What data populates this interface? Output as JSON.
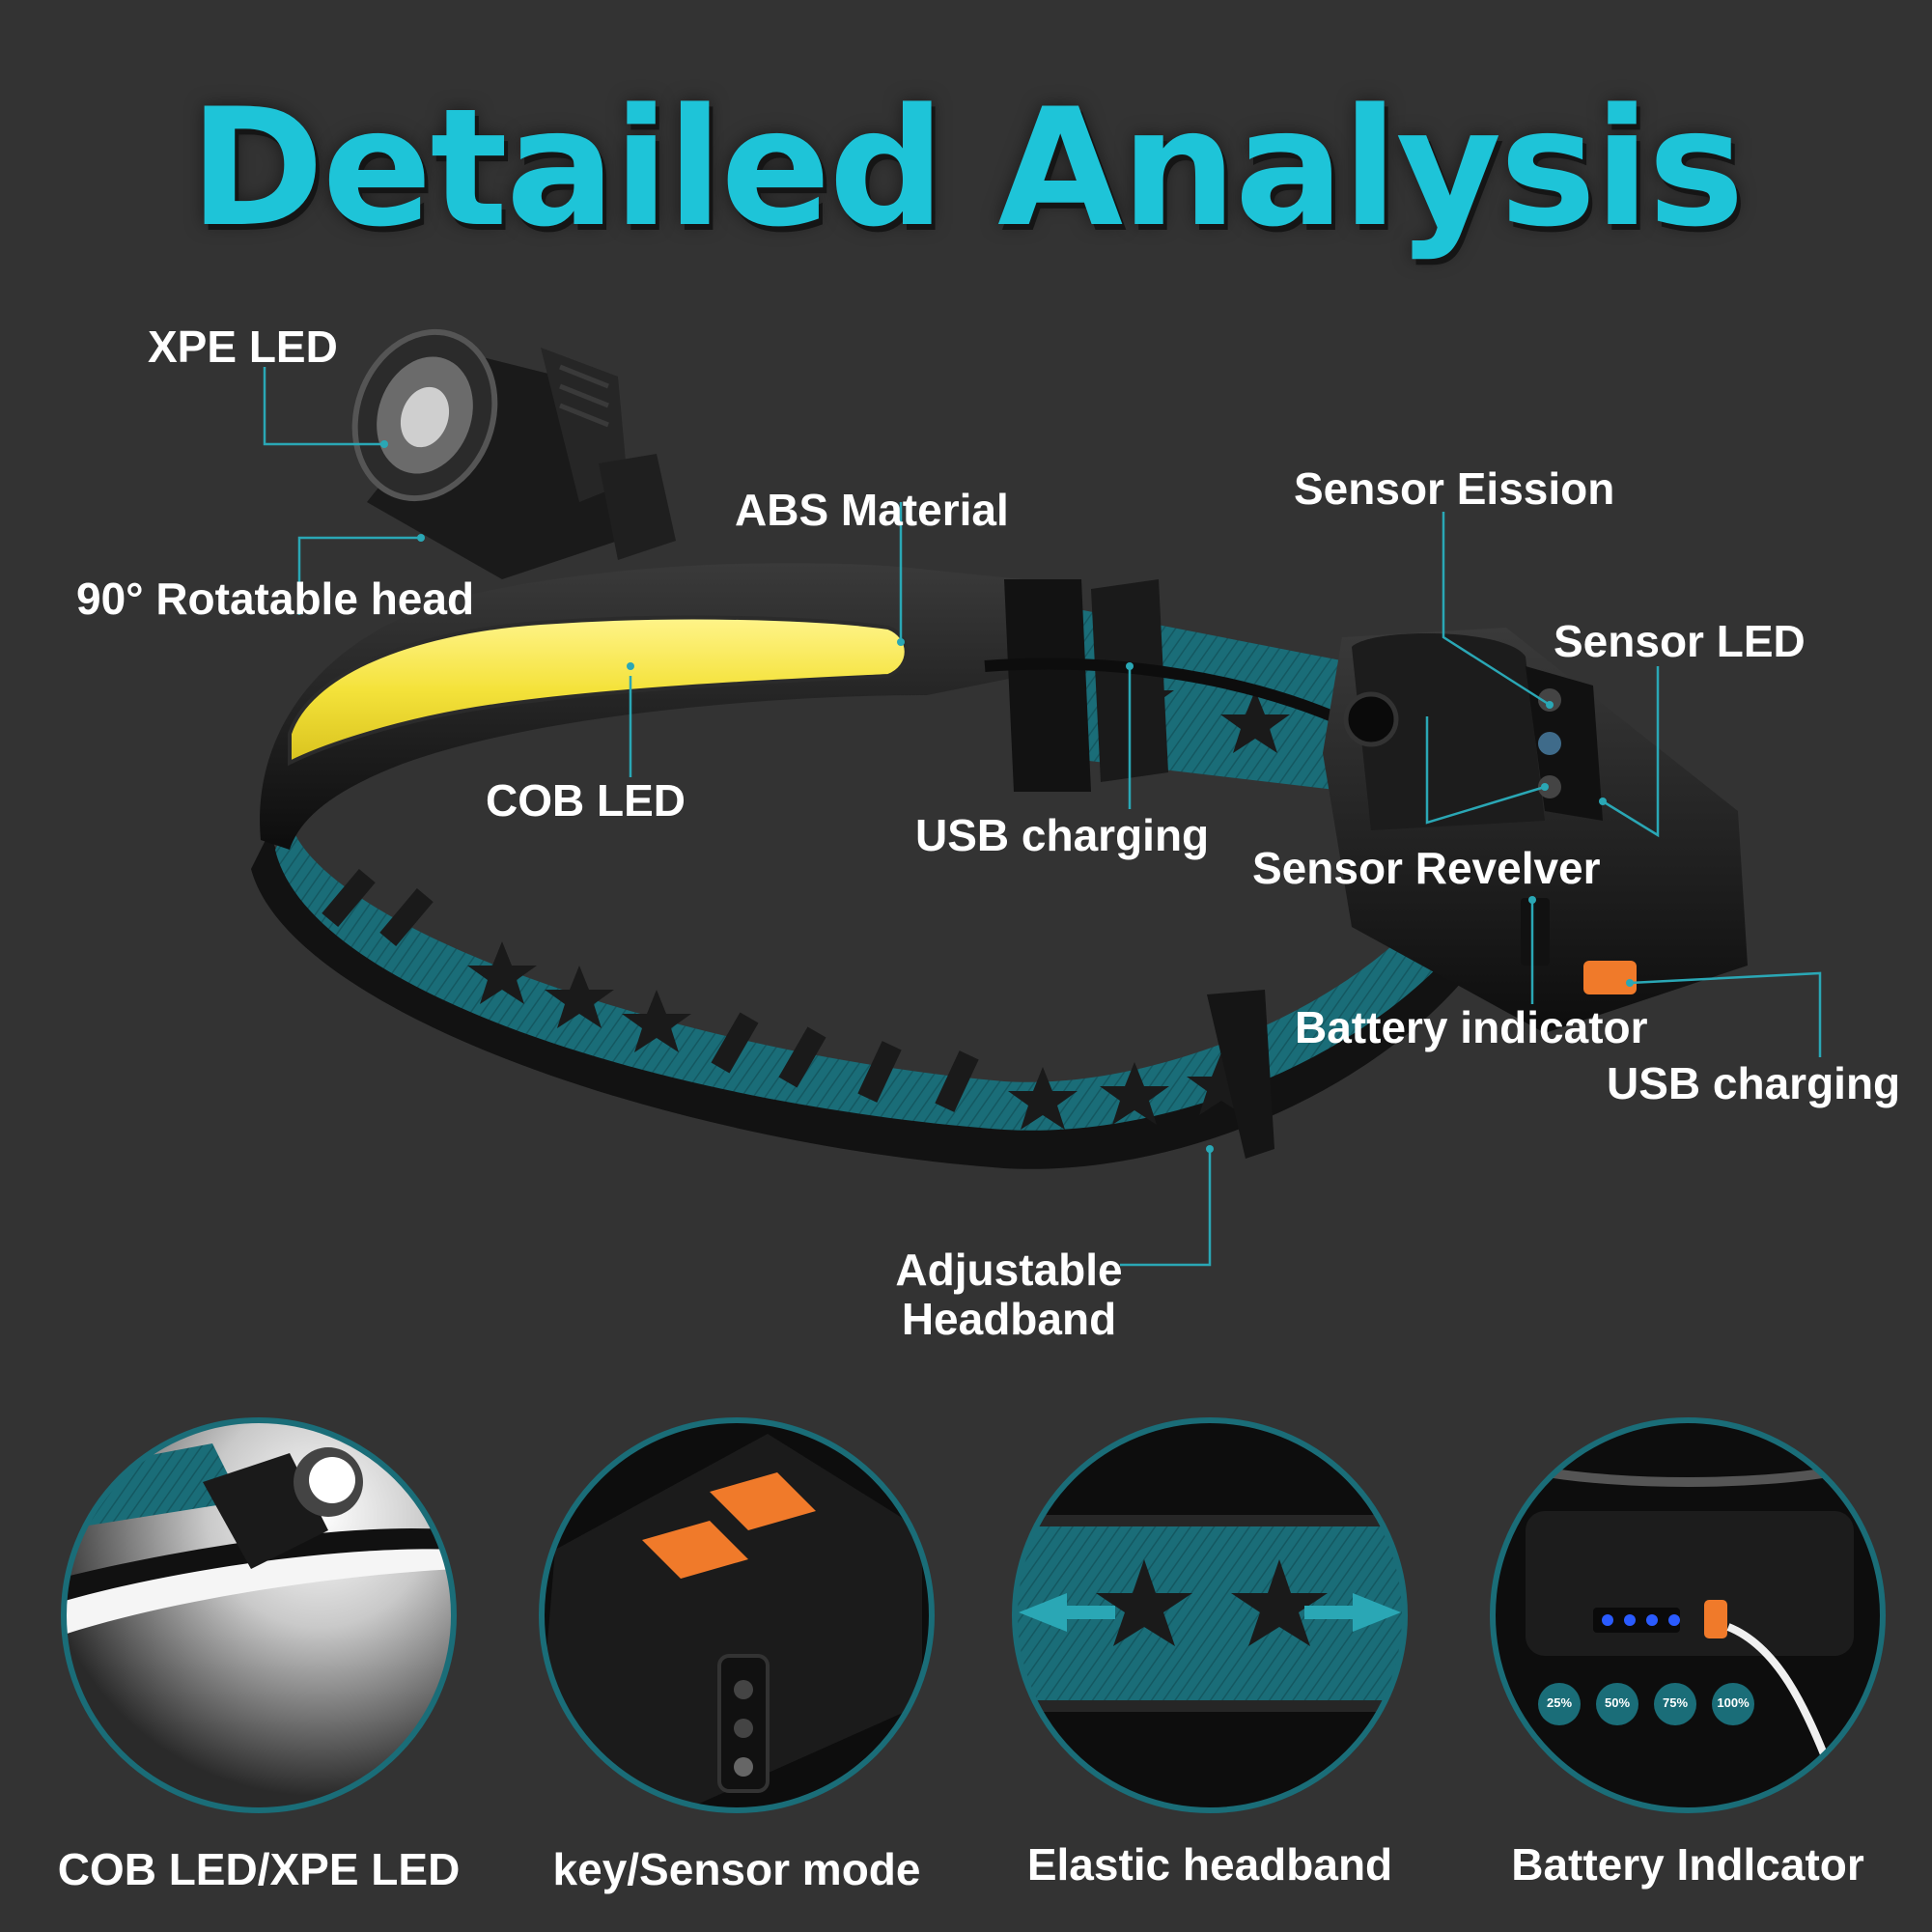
{
  "title": "Detailed Analysis",
  "callouts": {
    "xpe_led": "XPE LED",
    "rotatable_head": "90° Rotatable head",
    "abs_material": "ABS Material",
    "cob_led": "COB LED",
    "usb_charging_top": "USB charging",
    "sensor_emission": "Sensor Eission",
    "sensor_led": "Sensor LED",
    "sensor_receiver": "Sensor Revelver",
    "battery_indicator": "Battery indicator",
    "usb_charging_side": "USB charging",
    "adjustable_headband_line1": "Adjustable",
    "adjustable_headband_line2": "Headband"
  },
  "features": [
    {
      "label": "COB LED/XPE LED",
      "icon": "cob-xpe-closeup"
    },
    {
      "label": "key/Sensor mode",
      "icon": "buttons-closeup"
    },
    {
      "label": "Elastic headband",
      "icon": "headband-closeup"
    },
    {
      "label": "Battery Indlcator",
      "icon": "battery-closeup"
    }
  ],
  "battery_levels": [
    "25%",
    "50%",
    "75%",
    "100%"
  ],
  "colors": {
    "background": "#333333",
    "title": "#1ec4d8",
    "leader_line": "#2aa7b5",
    "cob_yellow": "#f4e23a",
    "strap_teal": "#1a6d78",
    "button_orange": "#f07a2a",
    "battery_blue": "#2a5bff"
  }
}
